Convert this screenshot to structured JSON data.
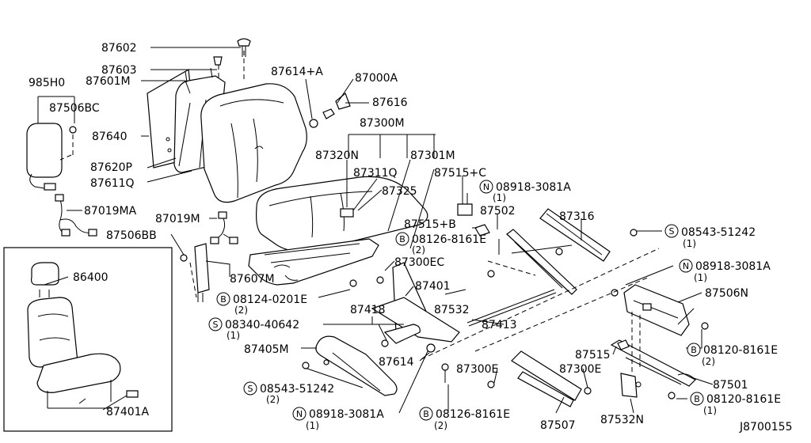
{
  "labels": {
    "p87602": "87602",
    "p87603": "87603",
    "p985H0": "985H0",
    "p87601M": "87601M",
    "p87506BC": "87506BC",
    "p87614A": "87614+A",
    "p87000A": "87000A",
    "p87616": "87616",
    "p87300M": "87300M",
    "p87640": "87640",
    "p87320N": "87320N",
    "p87301M": "87301M",
    "p87620P": "87620P",
    "p87311Q": "87311Q",
    "p87611Q": "87611Q",
    "p87325": "87325",
    "p87515C": "87515+C",
    "p08918_3081A_top": "08918-3081A",
    "p08918_3081A_top_qty": "(1)",
    "p87019MA": "87019MA",
    "p87019M": "87019M",
    "p87502": "87502",
    "p87316": "87316",
    "p87515B": "87515+B",
    "p87506BB": "87506BB",
    "p08126_8161E_top": "08126-8161E",
    "p08126_8161E_top_qty": "(2)",
    "p08543_51242_right": "08543-51242",
    "p08543_51242_right_qty": "(1)",
    "p87300EC": "87300EC",
    "p08918_3081A_mid": "08918-3081A",
    "p08918_3081A_mid_qty": "(1)",
    "p86400": "86400",
    "p87607M": "87607M",
    "p87401": "87401",
    "p08124_0201E": "08124-0201E",
    "p08124_0201E_qty": "(2)",
    "p87418": "87418",
    "p87532": "87532",
    "p87506N": "87506N",
    "p08340_40642": "08340-40642",
    "p08340_40642_qty": "(1)",
    "p87413": "87413",
    "p87405M": "87405M",
    "p87515": "87515",
    "p08120_8161E_upper": "08120-8161E",
    "p08120_8161E_upper_qty": "(2)",
    "p87614": "87614",
    "p87300E_a": "87300E",
    "p87300E_b": "87300E",
    "p08543_51242_bottom": "08543-51242",
    "p08543_51242_bottom_qty": "(2)",
    "p87501": "87501",
    "p87401A": "87401A",
    "p08120_8161E_lower": "08120-8161E",
    "p08120_8161E_lower_qty": "(1)",
    "p08918_3081A_bottom": "08918-3081A",
    "p08918_3081A_bottom_qty": "(1)",
    "p08126_8161E_bottom": "08126-8161E",
    "p08126_8161E_bottom_qty": "(2)",
    "p87507": "87507",
    "p87532N": "87532N",
    "diagram_code": "J8700155"
  },
  "symbols": {
    "n": "N",
    "b": "B",
    "s": "S"
  }
}
